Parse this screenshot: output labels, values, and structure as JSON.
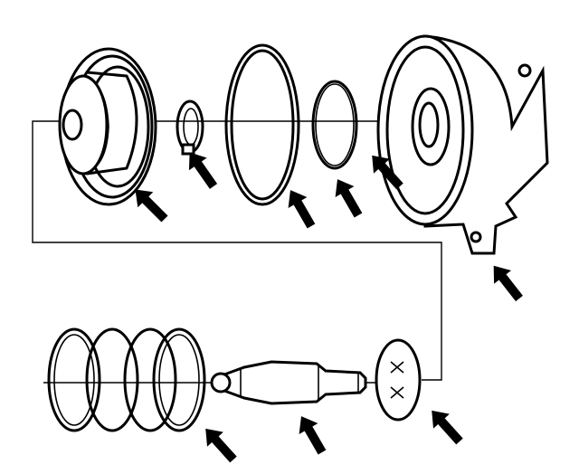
{
  "diagram": {
    "type": "exploded-assembly",
    "colors": {
      "ink": "#000000",
      "background": "#ffffff"
    },
    "parts": [
      {
        "id": "piston",
        "icon": "piston-icon"
      },
      {
        "id": "snap-ring",
        "icon": "snap-ring-icon"
      },
      {
        "id": "large-seal",
        "icon": "seal-ring-icon"
      },
      {
        "id": "small-o-ring",
        "icon": "o-ring-icon"
      },
      {
        "id": "housing",
        "icon": "housing-icon"
      },
      {
        "id": "spring",
        "icon": "coil-spring-icon"
      },
      {
        "id": "pin",
        "icon": "pin-icon"
      },
      {
        "id": "retainer-disc",
        "icon": "retainer-icon"
      }
    ],
    "arrow_count": 9
  }
}
